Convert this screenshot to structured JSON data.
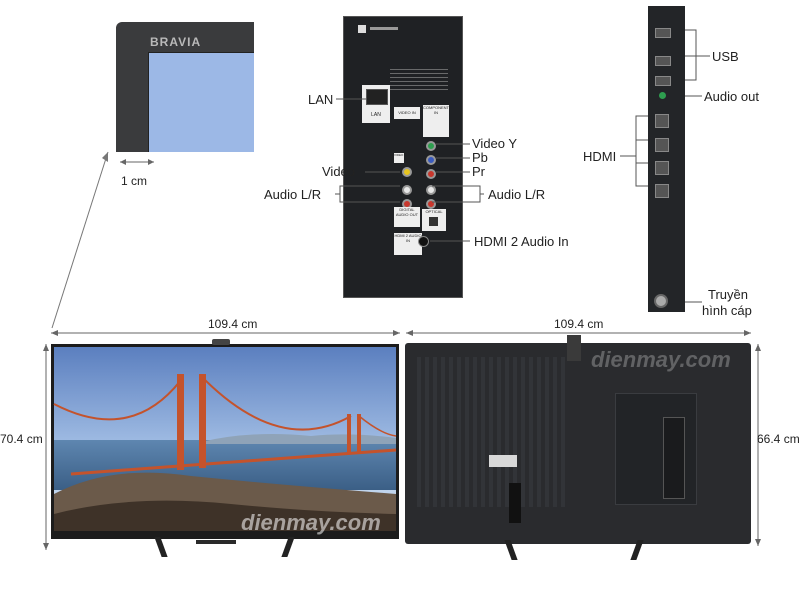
{
  "brand": "BRAVIA",
  "bezel_width": "1 cm",
  "ports": {
    "lan": "LAN",
    "video_y": "Video Y",
    "pb": "Pb",
    "pr": "Pr",
    "video": "Video",
    "audio_lr_left": "Audio L/R",
    "audio_lr_right": "Audio L/R",
    "hdmi2_audio_in": "HDMI 2 Audio In",
    "usb": "USB",
    "audio_out": "Audio out",
    "hdmi": "HDMI",
    "cable_line1": "Truyền",
    "cable_line2": "hình cáp"
  },
  "panel_labels": {
    "lan_small": "LAN",
    "video_in": "VIDEO IN",
    "component_in": "COMPONENT IN",
    "video": "VIDEO",
    "audio": "AUDIO",
    "digital_audio_out": "DIGITAL AUDIO OUT",
    "optical": "OPTICAL",
    "hdmi2_audio_in_small": "HDMI 2 AUDIO IN"
  },
  "dimensions": {
    "front_width": "109.4 cm",
    "front_height": "70.4 cm",
    "back_width": "109.4 cm",
    "back_height": "66.4 cm"
  },
  "watermark": "dienmay.com",
  "colors": {
    "jack_green": "#2e9e4f",
    "jack_blue": "#3a5bbf",
    "jack_red": "#c8372d",
    "jack_white": "#e8e8e8",
    "jack_yellow": "#e6c41e"
  }
}
